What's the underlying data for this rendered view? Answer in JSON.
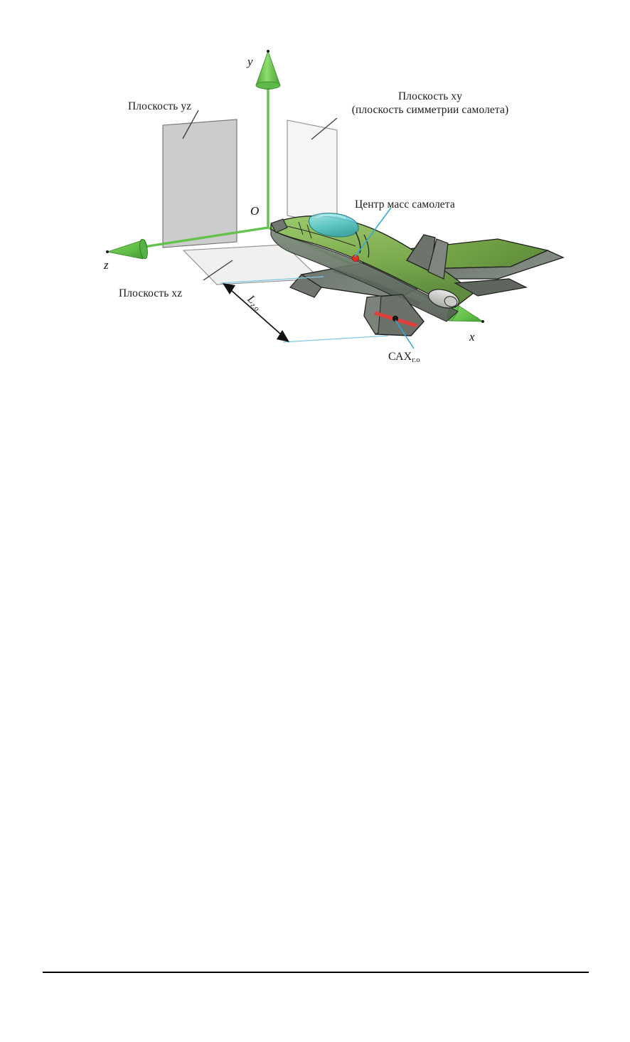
{
  "figure": {
    "title_semantic": "aircraft-coordinate-system-diagram",
    "description": "Связанная система координат самолета с координатными плоскостями",
    "axes": {
      "x_label": "x",
      "y_label": "y",
      "z_label": "z",
      "origin_label": "O",
      "axis_color": "#5cc64a",
      "axis_color_dark": "#3f9b33"
    },
    "labels": {
      "plane_yz": "Плоскость yz",
      "plane_yz_plain": "Плоскость ",
      "plane_yz_ital": "yz",
      "plane_xy_line1_plain": "Плоскость ",
      "plane_xy_line1_ital": "xy",
      "plane_xy_line2": "(плоскость симметрии самолета)",
      "plane_xz_plain": "Плоскость ",
      "plane_xz_ital": "xz",
      "center_of_mass": "Центр масс самолета",
      "mac_main": "САХ",
      "mac_sub": "г.о",
      "length_main": "L",
      "length_sub": "г.о"
    },
    "colors": {
      "plane_yz_fill": "#cccccc",
      "plane_yz_stroke": "#6e6e6e",
      "plane_xy_fill": "#f4f5f4",
      "plane_xy_stroke": "#8d8d8d",
      "plane_xz_fill": "#f0f0ee",
      "plane_xz_stroke": "#8d8d8d",
      "leader_line": "#35a8d8",
      "dimension_line": "#111111",
      "extension_line": "#7fc8e6",
      "center_of_mass_dot": "#e03024",
      "mac_stripe": "#e0403a",
      "aircraft_green_light": "#8fc45b",
      "aircraft_green_mid": "#6d9e46",
      "aircraft_green_dark": "#4e7a37",
      "aircraft_gray_light": "#9aa19a",
      "aircraft_gray_mid": "#767e77",
      "aircraft_gray_dark": "#5a615b",
      "canopy": "#66d3d8",
      "outline": "#1b1b1b"
    }
  },
  "footer": {
    "rule_visible": "true"
  }
}
